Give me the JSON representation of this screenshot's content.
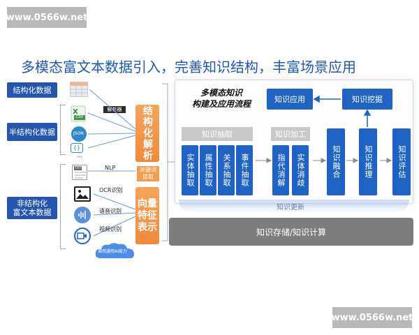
{
  "watermark": {
    "top": "www.0566w.net",
    "bottom": "www.0566w.net"
  },
  "title": "多模态富文本数据引入，完善知识结构，丰富场景应用",
  "left_sources": {
    "structured": "结构化数据",
    "semi_structured": "半结构化数据",
    "unstructured": "非结构化\n富文本数据"
  },
  "middle": {
    "csv": "CSV",
    "json": "JSON",
    "ellipsis": "...",
    "parser": "解析器",
    "txt": "TXT",
    "nlp": "NLP",
    "ocr": "OCR识别",
    "speech": "语音识别",
    "video": "视频识别",
    "ai_cloud": "调用通用AI能力",
    "structured_parse": "结构化解析",
    "keyword_extract": "关键词\n提取",
    "vector_repr": "向量特征表示"
  },
  "flow": {
    "title_line1": "多模态知识",
    "title_line2": "构建及应用流程",
    "app": "知识应用",
    "mining": "知识挖掘",
    "extraction": "知识抽取",
    "processing": "知识加工",
    "entity": "实体抽取",
    "attribute": "属性抽取",
    "relation": "关系抽取",
    "event": "事件抽取",
    "coref": "指代消解",
    "disambig": "实体消歧",
    "fusion": "知识融合",
    "reasoning": "知识推理",
    "evaluation": "知识评估",
    "update": "知识更新",
    "storage": "知识存储/知识计算"
  },
  "colors": {
    "brand_blue": "#1f64c4",
    "title_blue": "#1f57b5",
    "orange": "#f08a3a",
    "gray": "#c9c9c9"
  }
}
